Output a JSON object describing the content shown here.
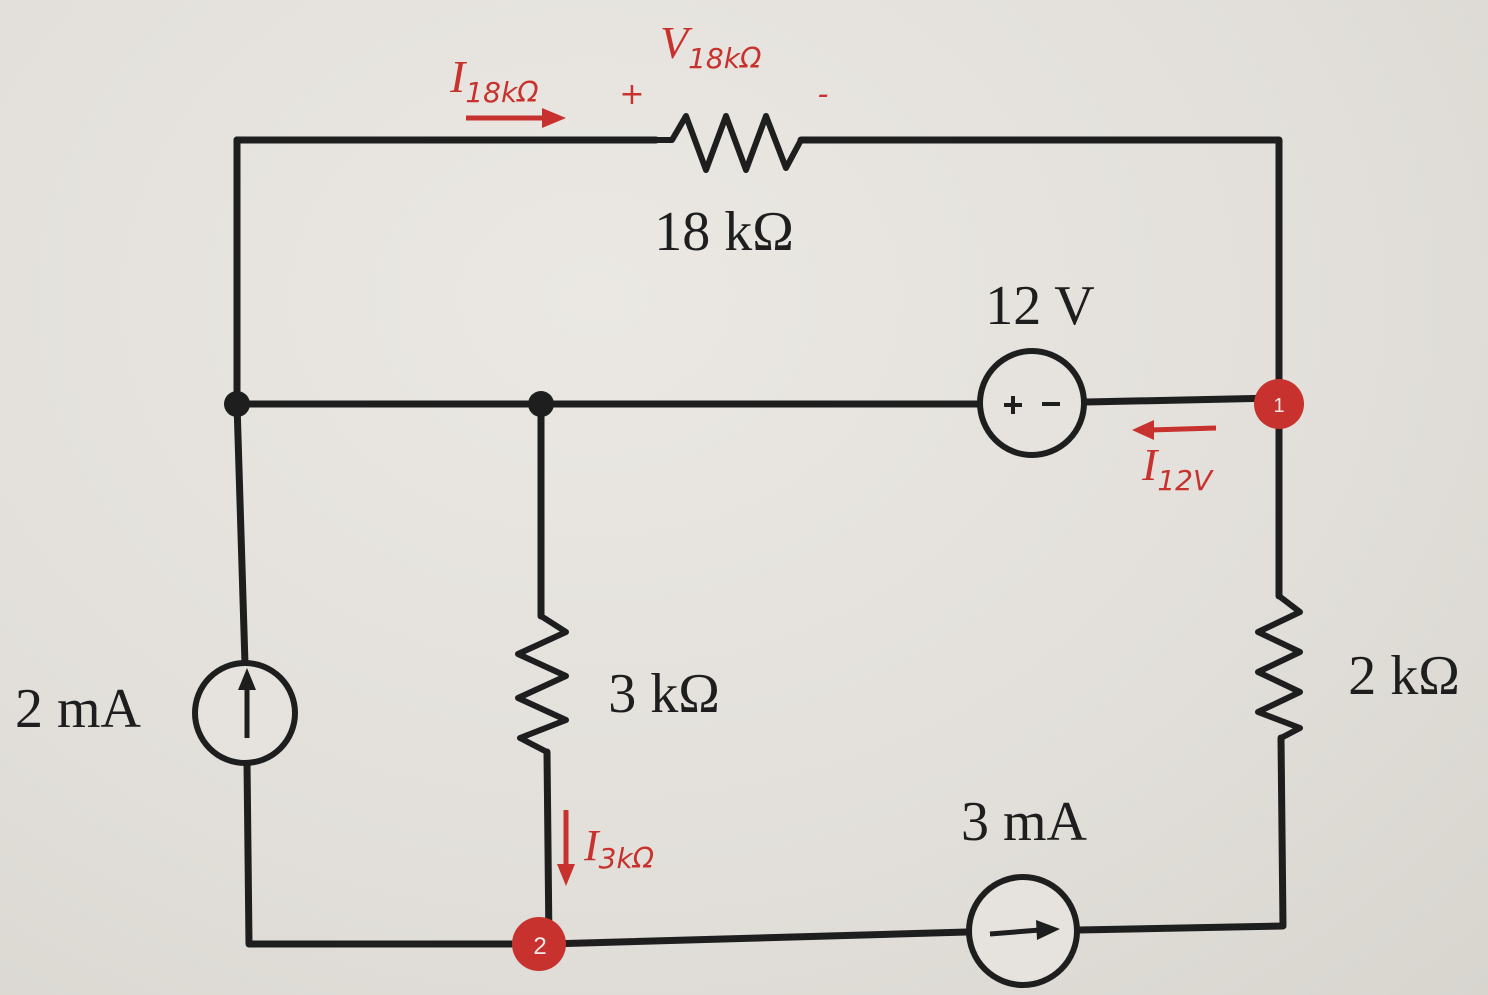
{
  "components": {
    "resistor_18k": {
      "label": "18 kΩ"
    },
    "resistor_3k": {
      "label": "3 kΩ"
    },
    "resistor_2k": {
      "label": "2 kΩ"
    },
    "voltage_source_12v": {
      "label": "12 V",
      "polarity": "+ -"
    },
    "current_source_2ma": {
      "label": "2 mA"
    },
    "current_source_3ma": {
      "label": "3 mA"
    }
  },
  "annotations": {
    "v18k": {
      "main": "V",
      "sub": "18kΩ",
      "plus": "+",
      "minus": "-"
    },
    "i18k": {
      "main": "I",
      "sub": "18kΩ"
    },
    "i12v": {
      "main": "I",
      "sub": "12V"
    },
    "i3k": {
      "main": "I",
      "sub": "3kΩ"
    }
  },
  "nodes": {
    "node1": "1",
    "node2": "2"
  },
  "colors": {
    "wire": "#1e1e1e",
    "annotation": "#c8322e",
    "node_fill": "#c8322e"
  }
}
